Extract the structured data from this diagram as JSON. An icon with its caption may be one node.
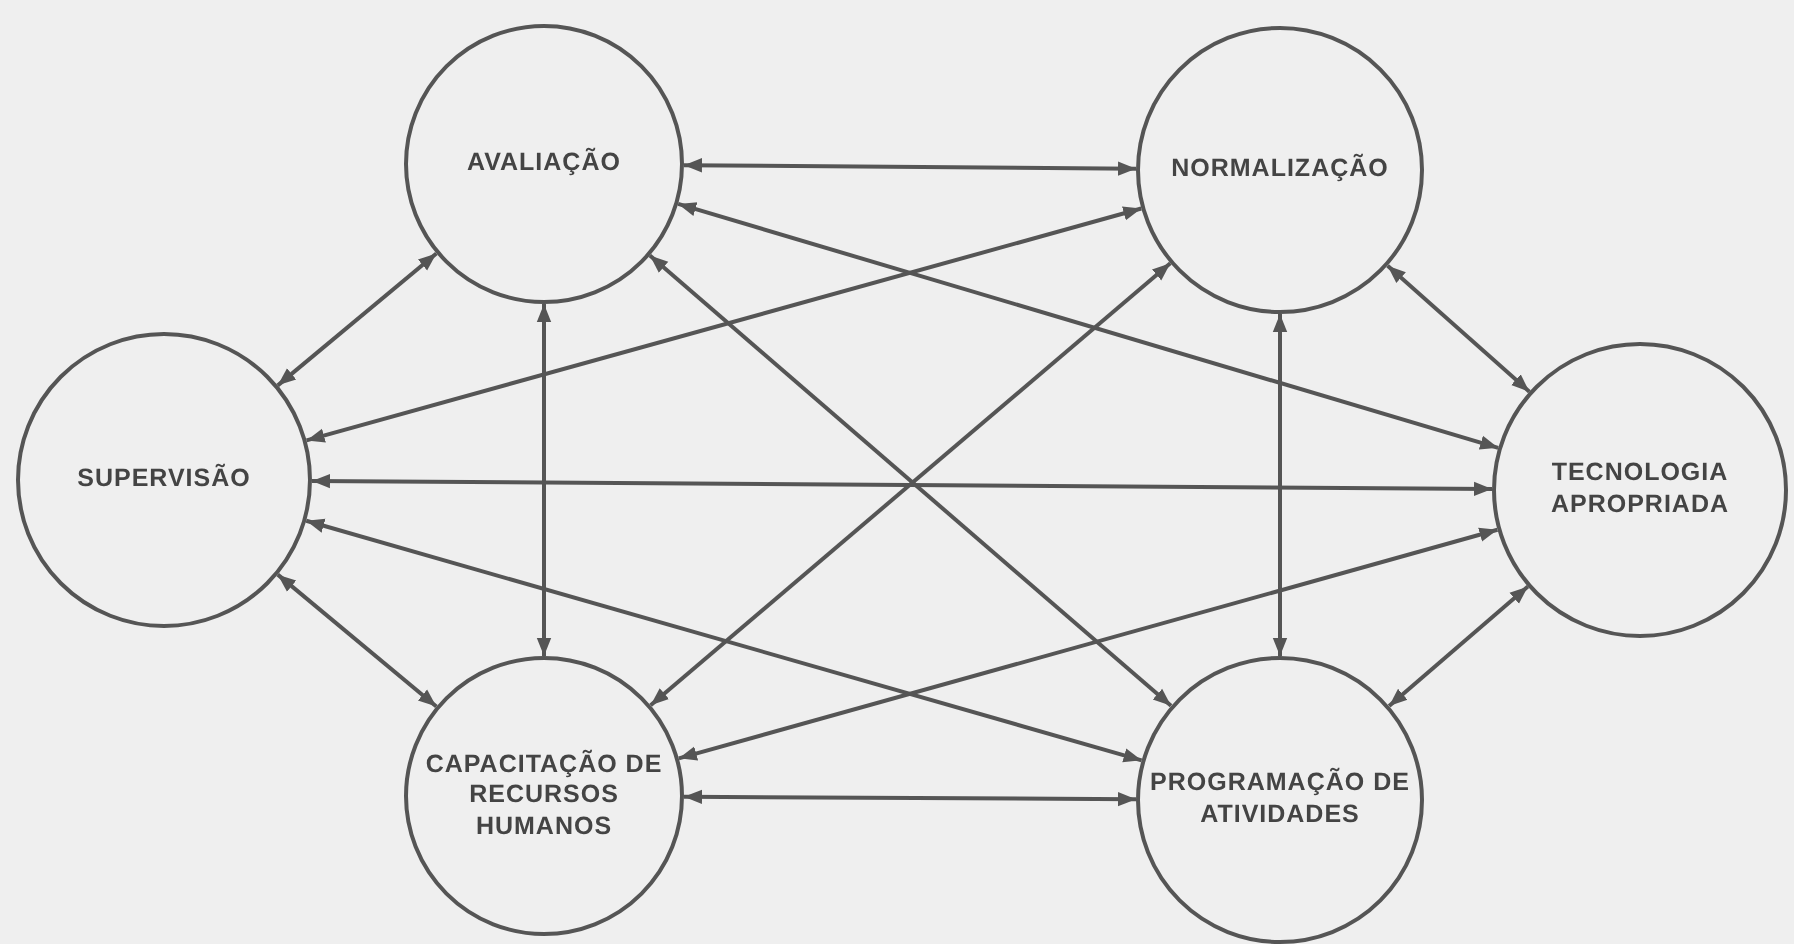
{
  "diagram": {
    "nodes": [
      {
        "text": [
          "AVALIAÇÃO"
        ]
      },
      {
        "text": [
          "NORMALIZAÇÃO"
        ]
      },
      {
        "text": [
          "SUPERVISÃO"
        ]
      },
      {
        "text": [
          "TECNOLOGIA APROPRIADA"
        ]
      },
      {
        "text": [
          "CAPACITAÇÃO DE RECURSOS HUMANOS"
        ]
      },
      {
        "text": [
          "PROGRAMAÇÃO DE ATIVIDADES"
        ]
      }
    ],
    "edges": [
      {
        "from": 0,
        "to": 1,
        "arrow": "both"
      },
      {
        "from": 0,
        "to": 2,
        "arrow": "both"
      },
      {
        "from": 0,
        "to": 3,
        "arrow": "both"
      },
      {
        "from": 0,
        "to": 4,
        "arrow": "both"
      },
      {
        "from": 0,
        "to": 5,
        "arrow": "both"
      },
      {
        "from": 1,
        "to": 2,
        "arrow": "both"
      },
      {
        "from": 1,
        "to": 3,
        "arrow": "both"
      },
      {
        "from": 1,
        "to": 4,
        "arrow": "both"
      },
      {
        "from": 1,
        "to": 5,
        "arrow": "both"
      },
      {
        "from": 2,
        "to": 3,
        "arrow": "both"
      },
      {
        "from": 2,
        "to": 4,
        "arrow": "both"
      },
      {
        "from": 2,
        "to": 5,
        "arrow": "both"
      },
      {
        "from": 3,
        "to": 4,
        "arrow": "both"
      },
      {
        "from": 3,
        "to": 5,
        "arrow": "both"
      },
      {
        "from": 4,
        "to": 5,
        "arrow": "both"
      }
    ]
  }
}
